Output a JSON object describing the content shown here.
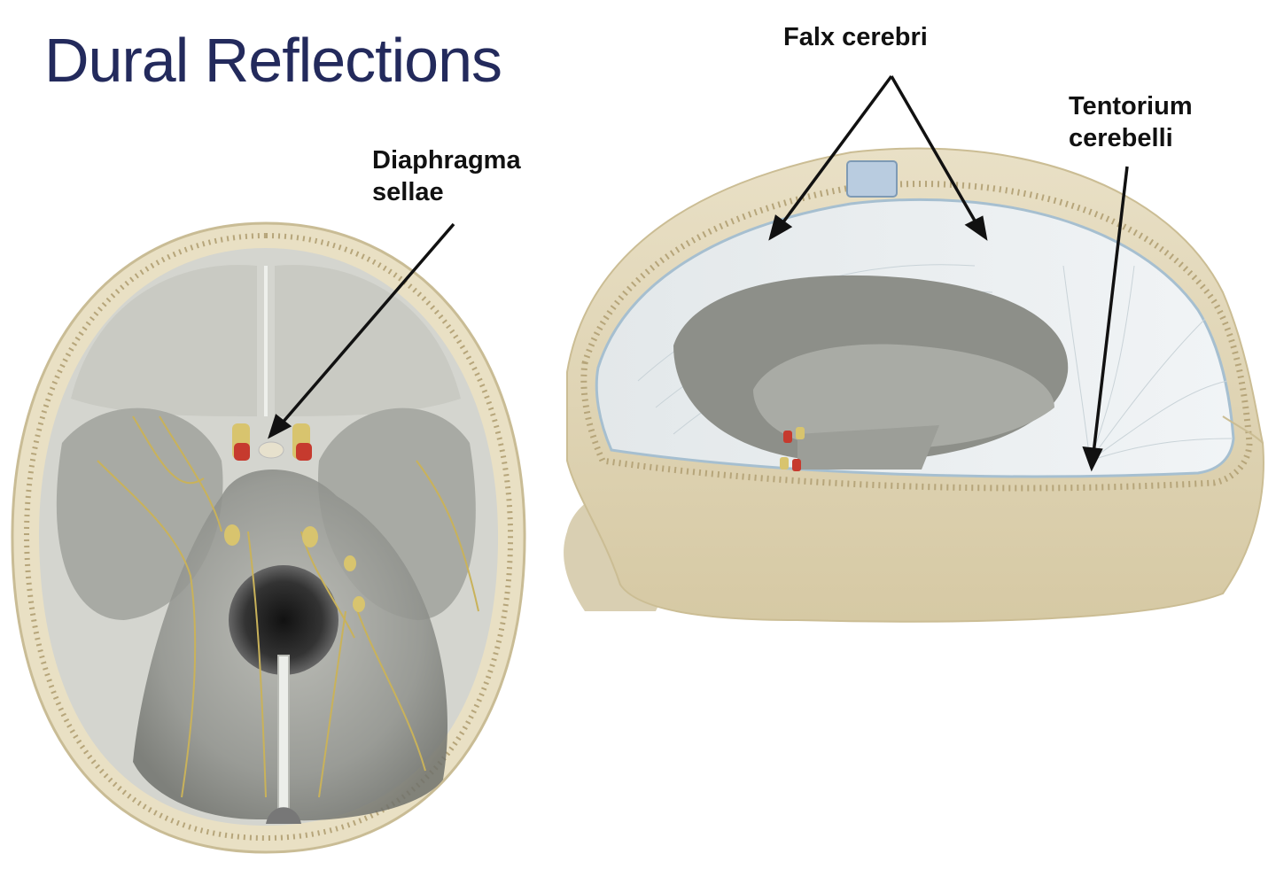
{
  "slide": {
    "title": "Dural Reflections"
  },
  "labels": {
    "diaphragma_line1": "Diaphragma",
    "diaphragma_line2": "sellae",
    "falx": "Falx cerebri",
    "tentorium_line1": "Tentorium",
    "tentorium_line2": "cerebelli"
  },
  "colors": {
    "title": "#232a5c",
    "bone": "#e6dcc0",
    "dura": "#d9dcd8",
    "nerve": "#c9b25a",
    "artery": "#c63a2e"
  }
}
